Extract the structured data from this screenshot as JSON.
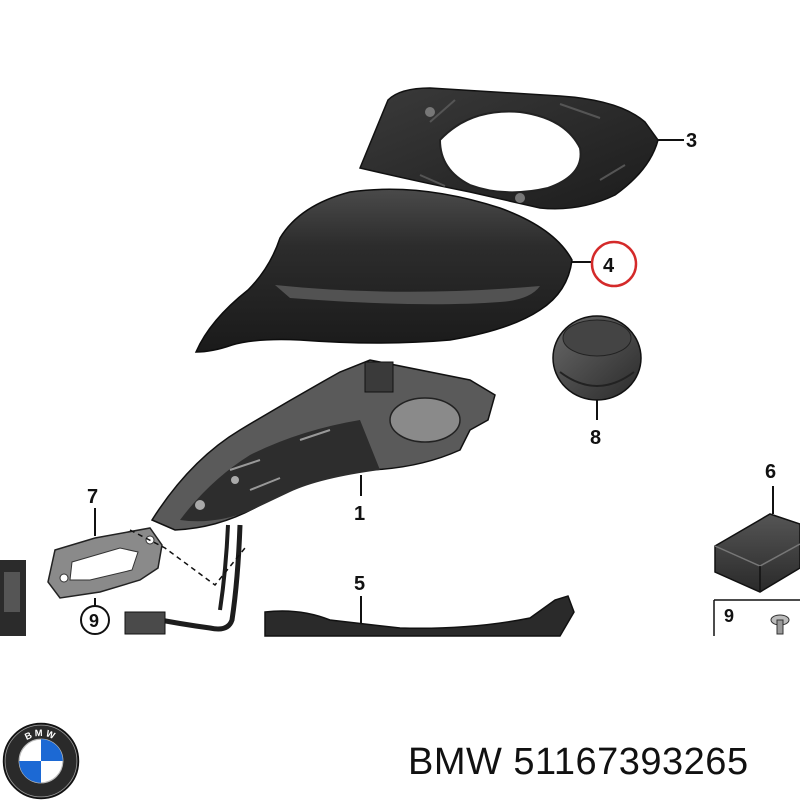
{
  "diagram": {
    "callouts": {
      "c1": "1",
      "c3": "3",
      "c4": "4",
      "c5": "5",
      "c6": "6",
      "c7": "7",
      "c8": "8",
      "c9a": "9",
      "c9b": "9"
    },
    "highlight_color": "#d42a2a",
    "ink_color": "#111111"
  },
  "logo": {
    "text": "BMW"
  },
  "footer": {
    "text": "BMW 51167393265"
  }
}
